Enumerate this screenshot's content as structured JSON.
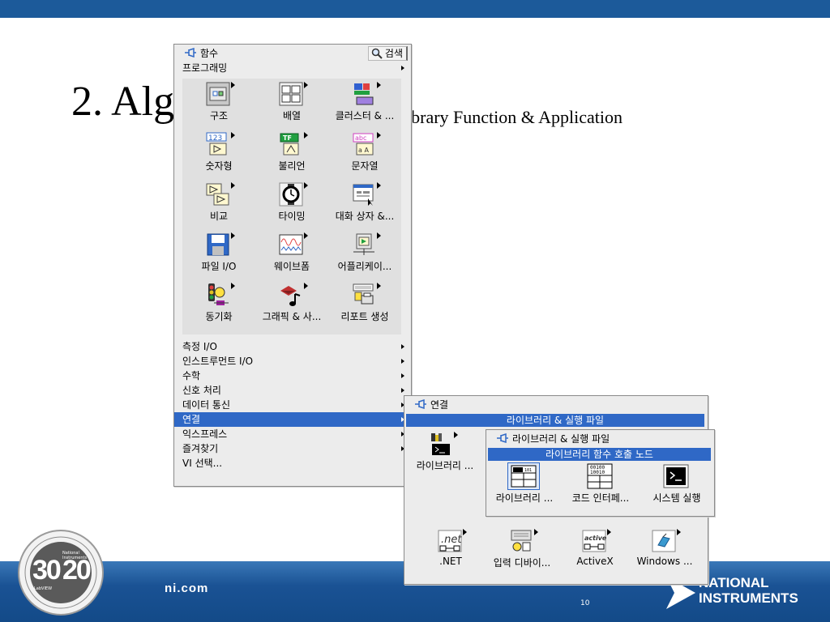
{
  "slide": {
    "title": "2. Alg",
    "subtitle": "ibrary Function & Application",
    "url": "ni.com",
    "page_number": "10",
    "company_line1": "NATIONAL",
    "company_line2": "INSTRUMENTS"
  },
  "functions_palette": {
    "title": "함수",
    "search_label": "검색",
    "programming_label": "프로그래밍",
    "items": [
      {
        "label": "구조",
        "icon": "structure-icon"
      },
      {
        "label": "배열",
        "icon": "array-icon"
      },
      {
        "label": "클러스터 & ...",
        "icon": "cluster-icon"
      },
      {
        "label": "숫자형",
        "icon": "numeric-icon"
      },
      {
        "label": "불리언",
        "icon": "boolean-icon"
      },
      {
        "label": "문자열",
        "icon": "string-icon"
      },
      {
        "label": "비교",
        "icon": "comparison-icon"
      },
      {
        "label": "타이밍",
        "icon": "timing-icon"
      },
      {
        "label": "대화 상자 &...",
        "icon": "dialog-icon"
      },
      {
        "label": "파일 I/O",
        "icon": "file-io-icon"
      },
      {
        "label": "웨이브폼",
        "icon": "waveform-icon"
      },
      {
        "label": "어플리케이...",
        "icon": "application-control-icon"
      },
      {
        "label": "동기화",
        "icon": "synchronization-icon"
      },
      {
        "label": "그래픽 & 사...",
        "icon": "graphics-sound-icon"
      },
      {
        "label": "리포트 생성",
        "icon": "report-generation-icon"
      }
    ],
    "menu": [
      {
        "label": "측정 I/O",
        "submenu": true,
        "selected": false
      },
      {
        "label": "인스트루먼트 I/O",
        "submenu": true,
        "selected": false
      },
      {
        "label": "수학",
        "submenu": true,
        "selected": false
      },
      {
        "label": "신호 처리",
        "submenu": true,
        "selected": false
      },
      {
        "label": "데이터 통신",
        "submenu": true,
        "selected": false
      },
      {
        "label": "연결",
        "submenu": true,
        "selected": true
      },
      {
        "label": "익스프레스",
        "submenu": true,
        "selected": false
      },
      {
        "label": "즐겨찾기",
        "submenu": true,
        "selected": false
      },
      {
        "label": "VI 선택...",
        "submenu": false,
        "selected": false
      }
    ]
  },
  "connectivity_palette": {
    "title": "연결",
    "highlight": "라이브러리 & 실행 파일",
    "item_library": "라이브러리 ...",
    "bottom_items": [
      {
        "label": ".NET",
        "icon": "dotnet-icon"
      },
      {
        "label": "입력 디바이...",
        "icon": "input-device-icon"
      },
      {
        "label": "ActiveX",
        "icon": "activex-icon"
      },
      {
        "label": "Windows ...",
        "icon": "windows-registry-icon"
      }
    ]
  },
  "library_palette": {
    "title": "라이브러리 & 실행 파일",
    "highlight": "라이브러리 함수 호출 노드",
    "items": [
      {
        "label": "라이브러리 ...",
        "icon": "call-library-icon"
      },
      {
        "label": "코드 인터페...",
        "icon": "code-interface-icon"
      },
      {
        "label": "시스템 실행",
        "icon": "system-exec-icon"
      }
    ]
  },
  "badge": {
    "num_left": "30",
    "num_right": "20",
    "line1": "National",
    "line2": "Instruments",
    "line3": "LabVIEW"
  },
  "colors": {
    "accent_blue": "#1c5a9a",
    "selection_blue": "#2f68c6"
  }
}
